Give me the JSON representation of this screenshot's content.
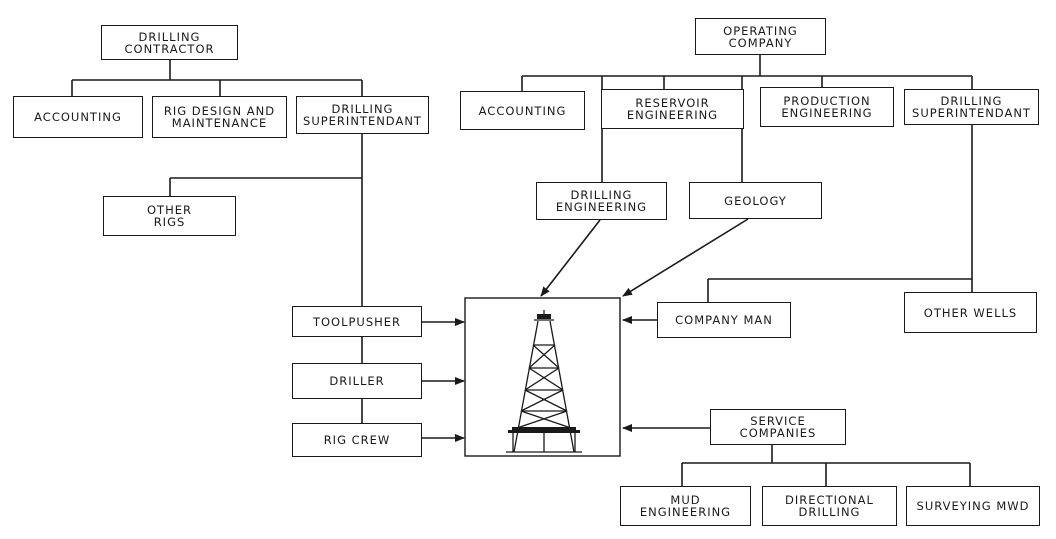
{
  "boxes": {
    "drilling_contractor": "DRILLING\nCONTRACTOR",
    "contractor_accounting": "ACCOUNTING",
    "rig_design": "RIG DESIGN AND\nMAINTENANCE",
    "contractor_superintendant": "DRILLING\nSUPERINTENDANT",
    "other_rigs": "OTHER\nRIGS",
    "toolpusher": "TOOLPUSHER",
    "driller": "DRILLER",
    "rig_crew": "RIG CREW",
    "operating_company": "OPERATING\nCOMPANY",
    "operator_accounting": "ACCOUNTING",
    "reservoir_engineering": "RESERVOIR\nENGINEERING",
    "production_engineering": "PRODUCTION\nENGINEERING",
    "operator_superintendant": "DRILLING\nSUPERINTENDANT",
    "drilling_engineering": "DRILLING\nENGINEERING",
    "geology": "GEOLOGY",
    "company_man": "COMPANY MAN",
    "other_wells": "OTHER WELLS",
    "service_companies": "SERVICE\nCOMPANIES",
    "mud_engineering": "MUD\nENGINEERING",
    "directional_drilling": "DIRECTIONAL\nDRILLING",
    "surveying_mwd": "SURVEYING  MWD"
  },
  "icons": {
    "rig": "drilling-rig-icon"
  }
}
